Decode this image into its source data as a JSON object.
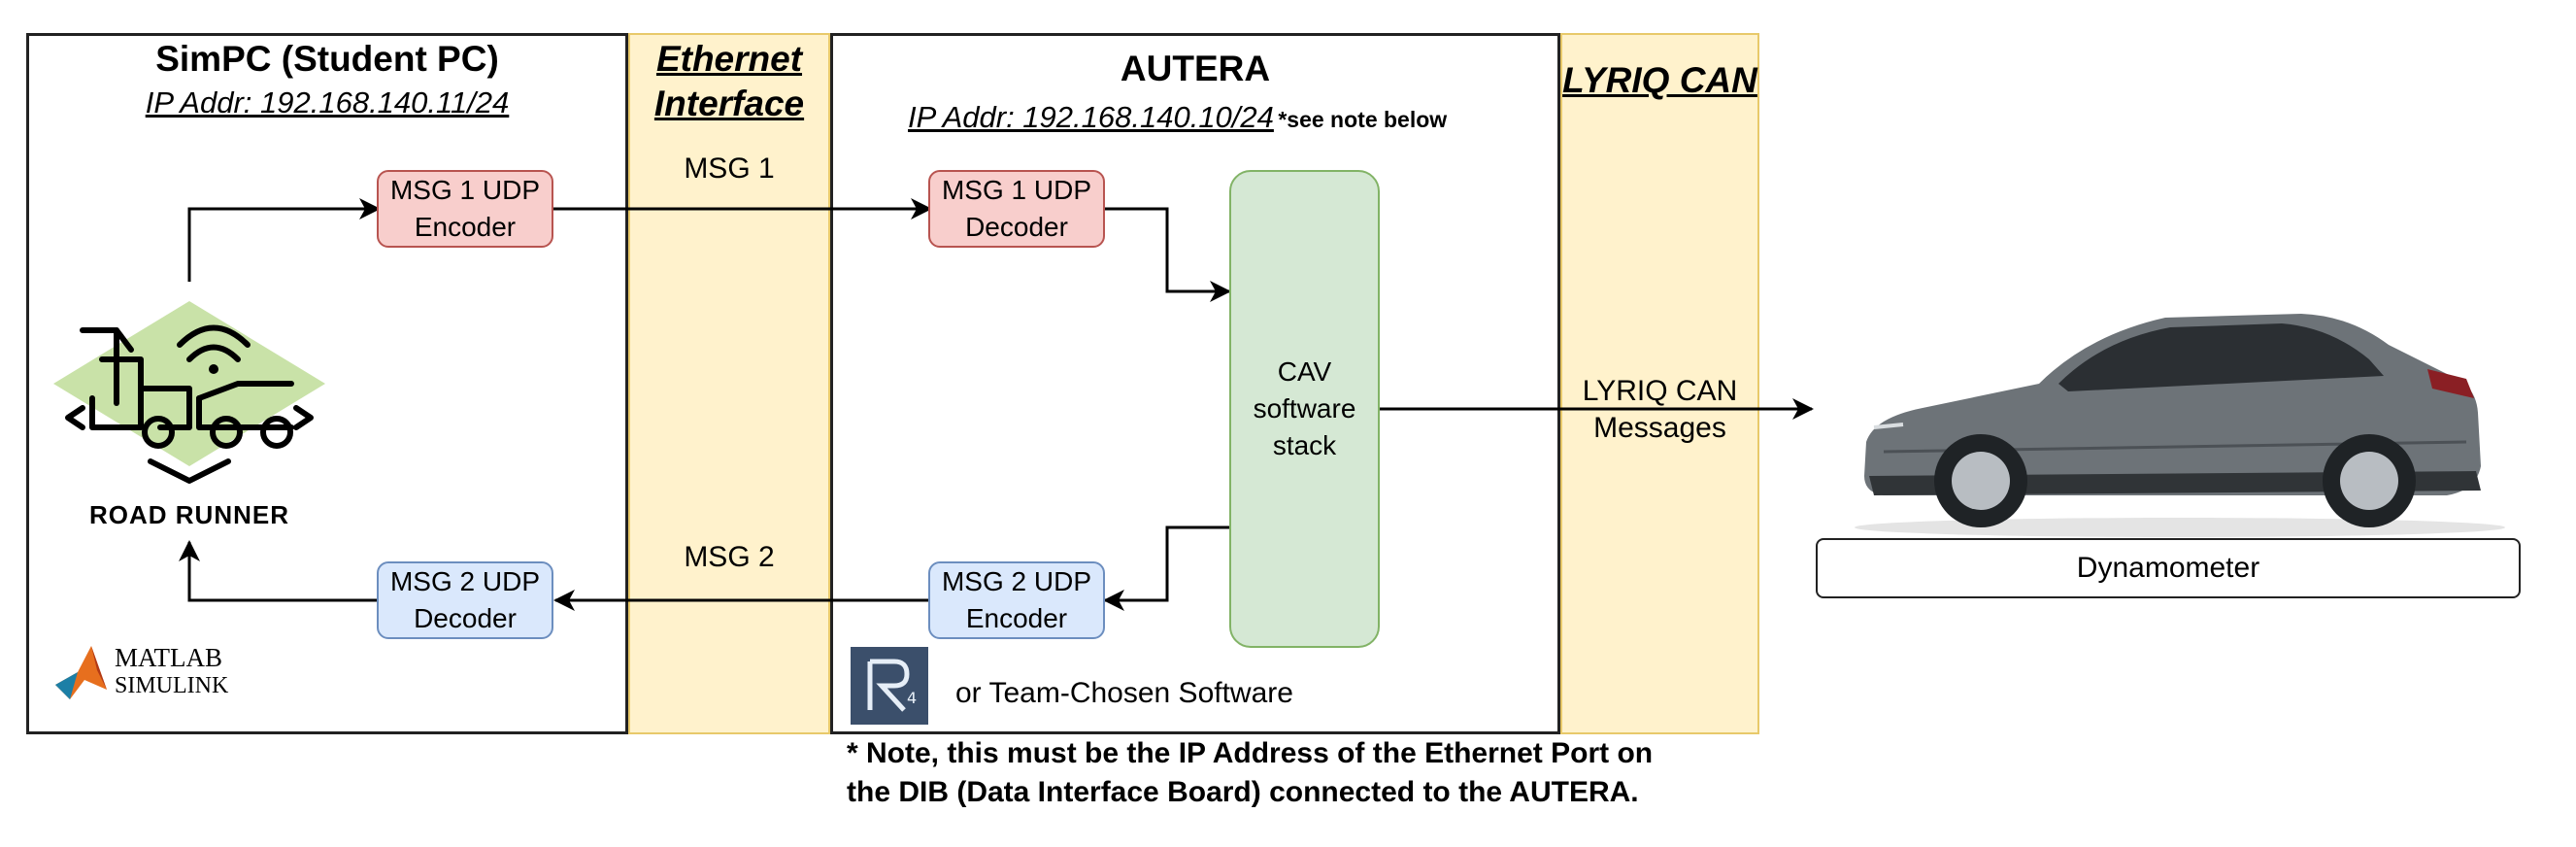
{
  "simpc": {
    "title": "SimPC (Student PC)",
    "ip": "IP Addr: 192.168.140.11/24",
    "roadrunner_label": "ROAD RUNNER",
    "matlab_line1": "MATLAB",
    "matlab_line2": "SIMULINK"
  },
  "ethernet": {
    "title_line1": "Ethernet",
    "title_line2": "Interface",
    "msg1": "MSG 1",
    "msg2": "MSG 2"
  },
  "autera": {
    "title": "AUTERA",
    "ip": "IP Addr: 192.168.140.10/24",
    "see_note": "*see note below",
    "software": "or Team-Chosen Software"
  },
  "can": {
    "title": "LYRIQ CAN",
    "messages_line1": "LYRIQ CAN",
    "messages_line2": "Messages"
  },
  "nodes": {
    "msg1_encoder": "MSG 1 UDP\nEncoder",
    "msg1_decoder": "MSG 1 UDP\nDecoder",
    "msg2_decoder": "MSG 2 UDP\nDecoder",
    "msg2_encoder": "MSG 2 UDP\nEncoder",
    "cav_stack": "CAV\nsoftware\nstack"
  },
  "dynamometer": "Dynamometer",
  "note": "* Note, this must be the IP Address of the Ethernet Port on\nthe DIB (Data Interface Board) connected to the AUTERA.",
  "colors": {
    "encoder_red": "#f8cecc",
    "decoder_blue": "#dae8fc",
    "stack_green": "#d5e8d4",
    "interface_yellow": "#fff2cc",
    "roadrunner_diamond": "#c9e2a8"
  }
}
